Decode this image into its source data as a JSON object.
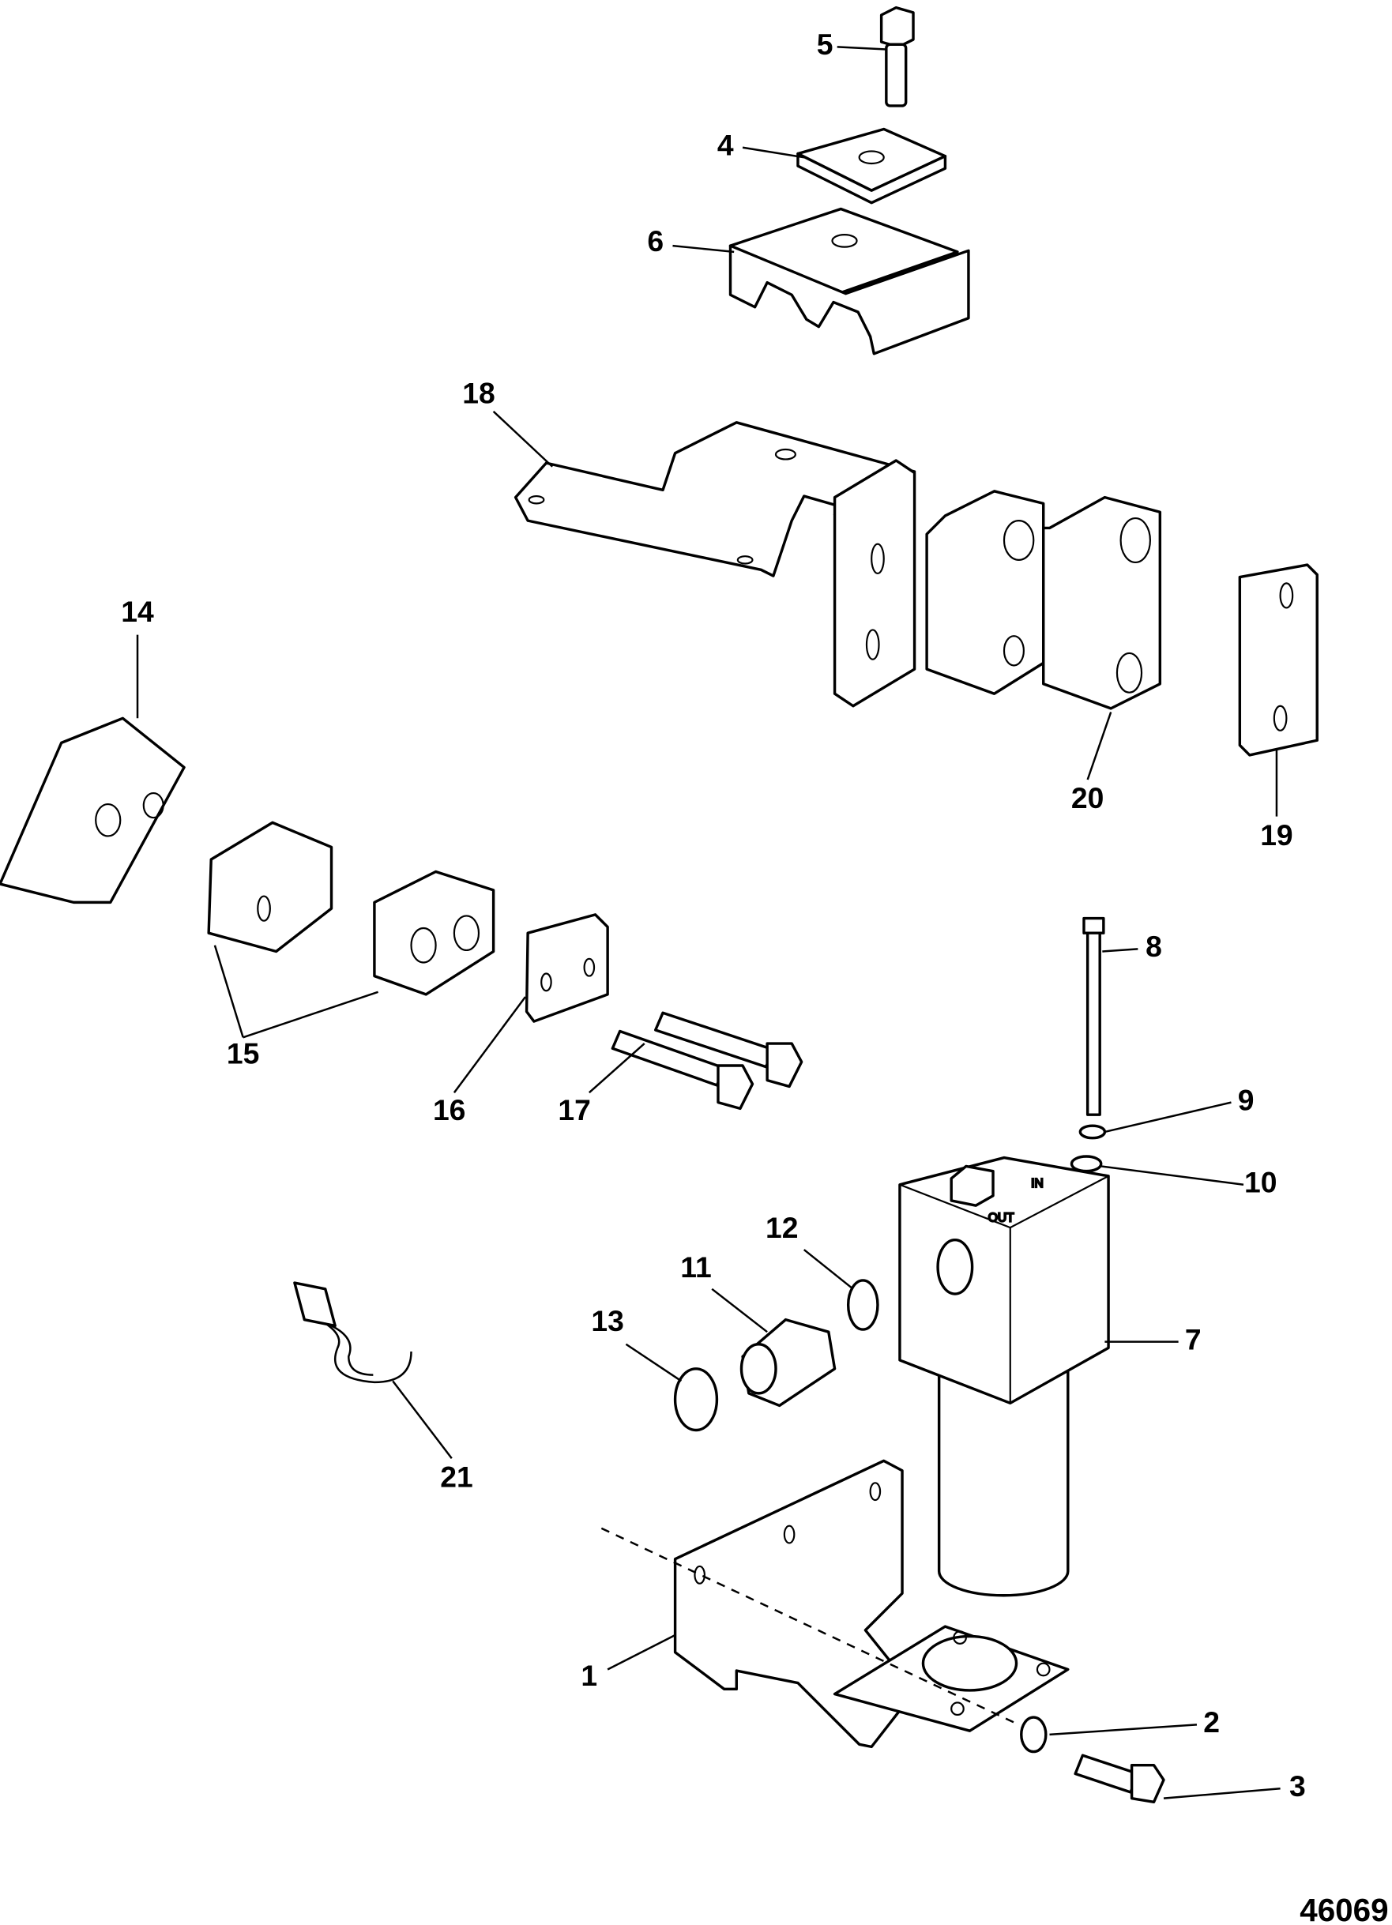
{
  "diagram": {
    "figure_number": "46069",
    "callouts": {
      "c1": "1",
      "c2": "2",
      "c3": "3",
      "c4": "4",
      "c5": "5",
      "c6": "6",
      "c7": "7",
      "c8": "8",
      "c9": "9",
      "c10": "10",
      "c11": "11",
      "c12": "12",
      "c13": "13",
      "c14": "14",
      "c15": "15",
      "c16": "16",
      "c17": "17",
      "c18": "18",
      "c19": "19",
      "c20": "20",
      "c21": "21"
    },
    "filter_markings": {
      "in": "IN",
      "out": "OUT"
    }
  }
}
